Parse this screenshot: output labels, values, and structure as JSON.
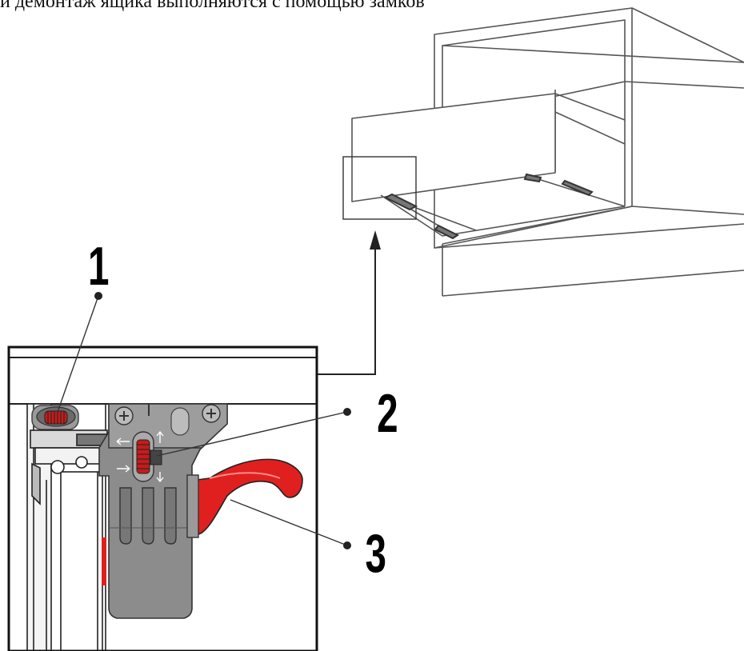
{
  "caption": "и демонтаж ящика выполняются с помощью замков",
  "callouts": [
    {
      "label": "1"
    },
    {
      "label": "2"
    },
    {
      "label": "3"
    }
  ],
  "colors": {
    "lever": "#e0201e",
    "adjuster": "#d42020",
    "bracket": "#8c8c8c",
    "bracket_dark": "#5a5a5a",
    "outline": "#333333"
  }
}
